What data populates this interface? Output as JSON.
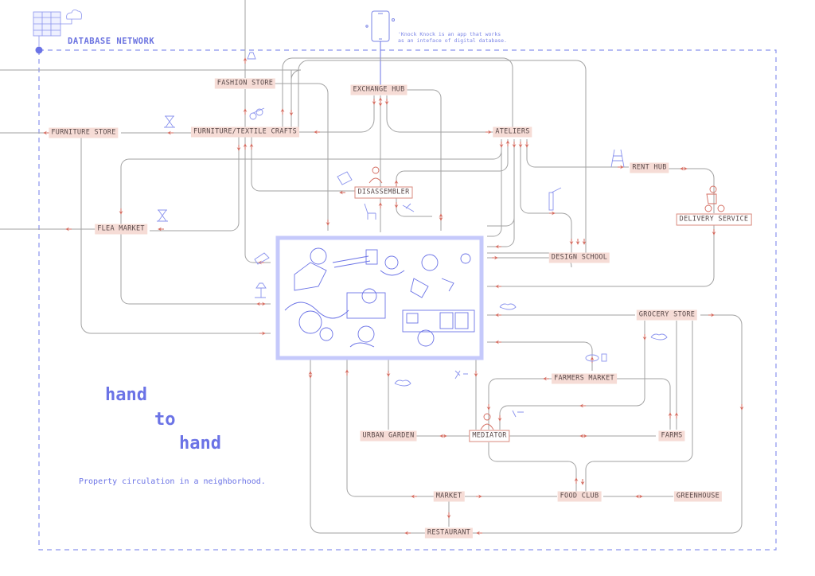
{
  "header": {
    "database_label": "DATABASE NETWORK",
    "app_note_line1": "'Knock Knock is an app that works",
    "app_note_line2": "as an inteface of digital database."
  },
  "title": {
    "line1": "hand",
    "line2": "to",
    "line3": "hand",
    "subtitle": "Property circulation in a neighborhood."
  },
  "colors": {
    "network_blue": "#6b73e6",
    "line_gray": "#9a9a9a",
    "arrow_red": "#d36a5e",
    "node_fill": "#f6dcd6",
    "hub_fill": "#c5c9fb"
  },
  "nodes": [
    {
      "id": "fashion-store",
      "label": "FASHION STORE",
      "boxed": false
    },
    {
      "id": "exchange-hub",
      "label": "EXCHANGE HUB",
      "boxed": false
    },
    {
      "id": "furniture-store",
      "label": "FURNITURE STORE",
      "boxed": false
    },
    {
      "id": "furniture-textile-crafts",
      "label": "FURNITURE/TEXTILE CRAFTS",
      "boxed": false
    },
    {
      "id": "ateliers",
      "label": "ATELIERS",
      "boxed": false
    },
    {
      "id": "rent-hub",
      "label": "RENT HUB",
      "boxed": false
    },
    {
      "id": "disassembler",
      "label": "DISASSEMBLER",
      "boxed": true
    },
    {
      "id": "delivery-service",
      "label": "DELIVERY SERVICE",
      "boxed": true
    },
    {
      "id": "flea-market",
      "label": "FLEA MARKET",
      "boxed": false
    },
    {
      "id": "design-school",
      "label": "DESIGN SCHOOL",
      "boxed": false
    },
    {
      "id": "grocery-store",
      "label": "GROCERY STORE",
      "boxed": false
    },
    {
      "id": "farmers-market",
      "label": "FARMERS MARKET",
      "boxed": false
    },
    {
      "id": "urban-garden",
      "label": "URBAN GARDEN",
      "boxed": false
    },
    {
      "id": "mediator",
      "label": "MEDIATOR",
      "boxed": true
    },
    {
      "id": "farms",
      "label": "FARMS",
      "boxed": false
    },
    {
      "id": "market",
      "label": "MARKET",
      "boxed": false
    },
    {
      "id": "food-club",
      "label": "FOOD CLUB",
      "boxed": false
    },
    {
      "id": "greenhouse",
      "label": "GREENHOUSE",
      "boxed": false
    },
    {
      "id": "restaurant",
      "label": "RESTAURANT",
      "boxed": false
    }
  ],
  "icons": [
    "database-server-icon",
    "cloud-icon",
    "smartphone-icon",
    "dress-icon",
    "fabric-rolls-icon",
    "folding-stool-icon",
    "ladder-icon",
    "fire-extinguisher-icon",
    "courier-scooter-icon",
    "lamp-icon",
    "chair-icon",
    "bread-icon",
    "vegetables-icon",
    "person-icon"
  ]
}
